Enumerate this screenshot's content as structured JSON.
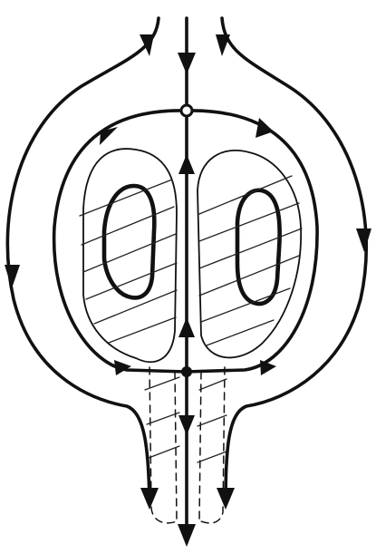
{
  "figure": {
    "background": "#ffffff",
    "ink_color": "#111111",
    "elements": {
      "left_region_shape": "closed inner loop with hatched core",
      "right_region_shape": "closed inner loop with hatched core",
      "outer_field_lines": 2,
      "central_field_line": 1,
      "ring_field_lines": 2,
      "junction_points": 2
    }
  }
}
